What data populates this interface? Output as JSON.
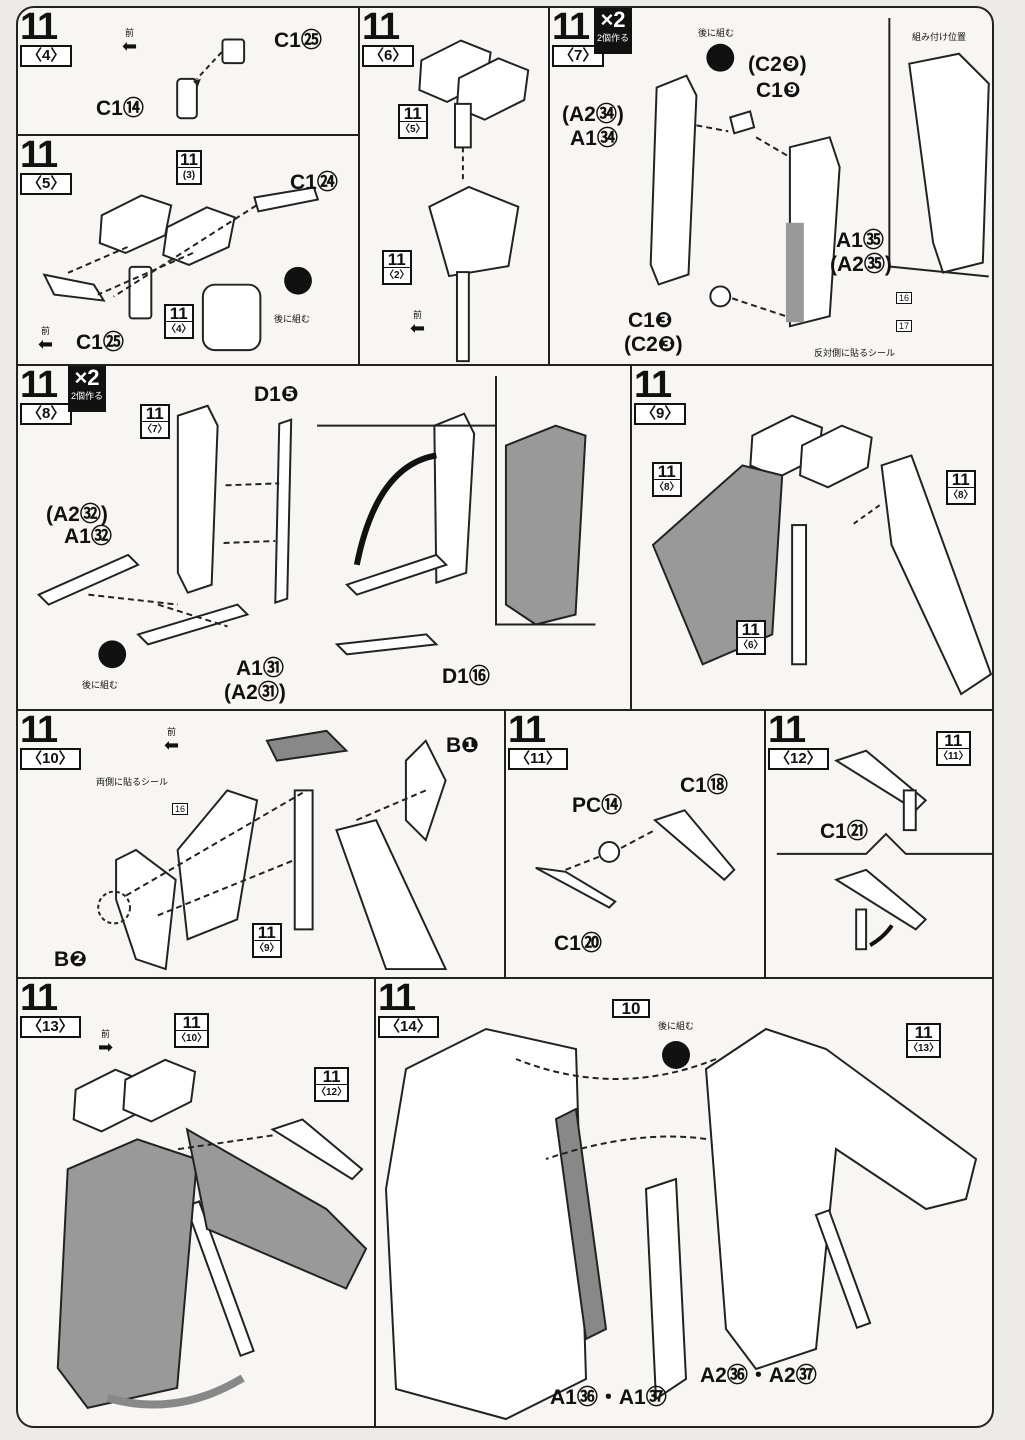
{
  "step": "11",
  "panels": {
    "p4": {
      "sub": "〈4〉",
      "parts": [
        "C1㉕",
        "C1⑭"
      ],
      "front": "前"
    },
    "p5": {
      "sub": "〈5〉",
      "refs": [
        {
          "n": "11",
          "s": "(3)"
        },
        {
          "n": "11",
          "s": "〈4〉"
        }
      ],
      "parts": [
        "C1㉔",
        "C1㉕"
      ],
      "front": "前",
      "glue": "後に組む"
    },
    "p6": {
      "sub": "〈6〉",
      "refs": [
        {
          "n": "11",
          "s": "〈5〉"
        },
        {
          "n": "11",
          "s": "〈2〉"
        }
      ],
      "front": "前"
    },
    "p7": {
      "sub": "〈7〉",
      "x2": {
        "big": "×2",
        "small": "2個作る"
      },
      "parts": [
        "(A2㉞)",
        "A1㉞",
        "(C2❾)",
        "C1❾",
        "A1㉟",
        "(A2㉟)",
        "C1❸",
        "(C2❸)"
      ],
      "glue": "後に組む",
      "mount": "組み付け位置",
      "stickers": [
        "16",
        "17"
      ],
      "sticker_note": "反対側に貼るシール"
    },
    "p8": {
      "sub": "〈8〉",
      "x2": {
        "big": "×2",
        "small": "2個作る"
      },
      "refs": [
        {
          "n": "11",
          "s": "〈7〉"
        }
      ],
      "parts": [
        "D1❺",
        "(A2㉜)",
        "A1㉜",
        "A1㉛",
        "(A2㉛)",
        "D1⑯"
      ],
      "glue": "後に組む"
    },
    "p9": {
      "sub": "〈9〉",
      "refs": [
        {
          "n": "11",
          "s": "〈8〉"
        },
        {
          "n": "11",
          "s": "〈8〉"
        },
        {
          "n": "11",
          "s": "〈6〉"
        }
      ]
    },
    "p10": {
      "sub": "〈10〉",
      "refs": [
        {
          "n": "11",
          "s": "〈9〉"
        }
      ],
      "parts": [
        "B❶",
        "B❷"
      ],
      "front": "前",
      "sticker_note": "両側に貼るシール",
      "sticker": "16"
    },
    "p11": {
      "sub": "〈11〉",
      "parts": [
        "PC⑭",
        "C1⑱",
        "C1⑳"
      ]
    },
    "p12": {
      "sub": "〈12〉",
      "refs": [
        {
          "n": "11",
          "s": "〈11〉"
        }
      ],
      "parts": [
        "C1㉑"
      ]
    },
    "p13": {
      "sub": "〈13〉",
      "refs": [
        {
          "n": "11",
          "s": "〈10〉"
        },
        {
          "n": "11",
          "s": "〈12〉"
        }
      ],
      "front": "前"
    },
    "p14": {
      "sub": "〈14〉",
      "refs": [
        {
          "n": "10",
          "s": ""
        },
        {
          "n": "11",
          "s": "〈13〉"
        }
      ],
      "parts": [
        "A1㊱・A1㊲",
        "A2㊱・A2㊲"
      ],
      "glue": "後に組む"
    }
  }
}
